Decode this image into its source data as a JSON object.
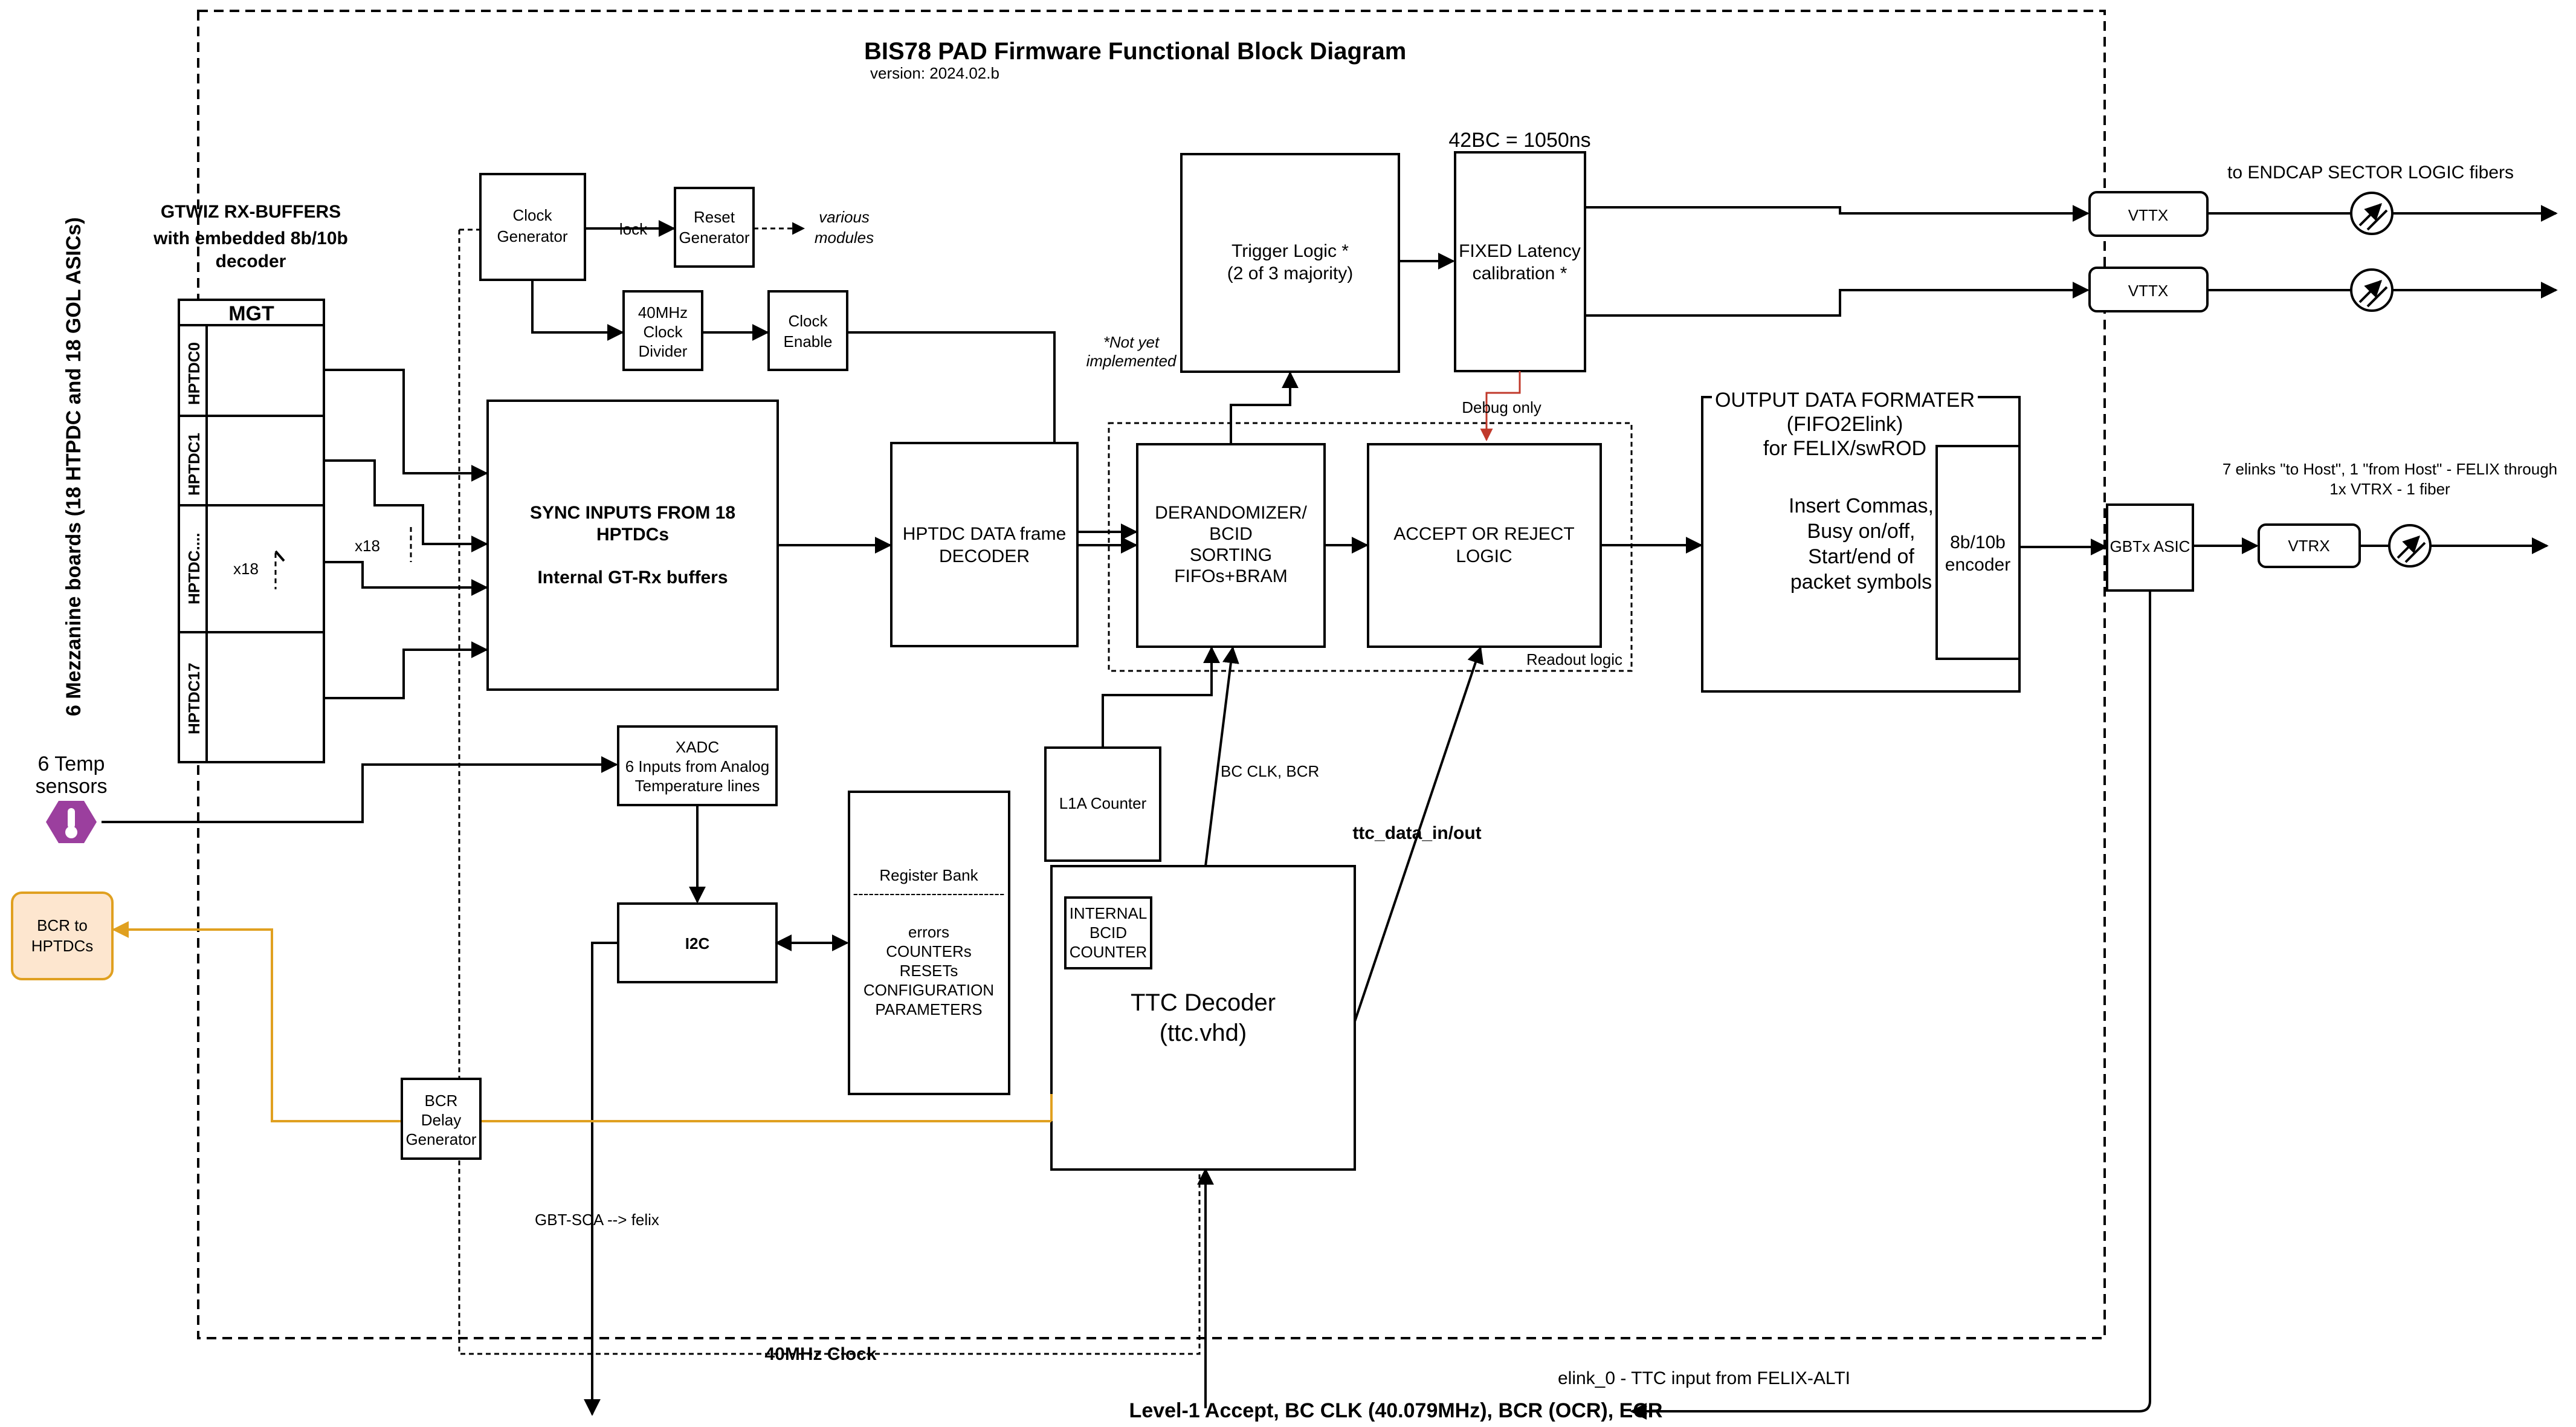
{
  "title": "BIS78 PAD Firmware Functional Block Diagram",
  "version": "version: 2024.02.b",
  "side_label": "6 Mezzanine boards (18 HTPDC and 18 GOL ASICs)",
  "gtwiz": [
    "GTWIZ RX-BUFFERS",
    "with embedded 8b/10b",
    "decoder"
  ],
  "mgt": {
    "header": "MGT",
    "rows": [
      "HPTDC0",
      "HPTDC1",
      "HPTDC....",
      "HPTDC17"
    ],
    "x18_inner": "x18",
    "x18_outer": "x18"
  },
  "temp": {
    "label_line1": "6 Temp",
    "label_line2": "sensors"
  },
  "bcr_box": [
    "BCR to",
    "HPTDCs"
  ],
  "blocks": {
    "clock_generator": [
      "Clock",
      "Generator"
    ],
    "lock": "lock",
    "reset_generator": [
      "Reset",
      "Generator"
    ],
    "various_modules": [
      "various",
      "modules"
    ],
    "clock_divider": [
      "40MHz",
      "Clock",
      "Divider"
    ],
    "clock_enable": [
      "Clock",
      "Enable"
    ],
    "sync_inputs": [
      "SYNC INPUTS FROM 18",
      "HPTDCs",
      "",
      "Internal GT-Rx buffers"
    ],
    "hptdc_decoder": [
      "HPTDC DATA frame",
      "DECODER"
    ],
    "not_yet": [
      "*Not yet",
      "implemented"
    ],
    "derandomizer": [
      "DERANDOMIZER/",
      "BCID",
      "SORTING",
      "FIFOs+BRAM"
    ],
    "accept_reject": [
      "ACCEPT OR REJECT",
      "LOGIC"
    ],
    "readout_logic": "Readout logic",
    "trigger_logic": [
      "Trigger Logic *",
      "(2 of 3 majority)"
    ],
    "latency_header": "42BC = 1050ns",
    "fixed_latency": [
      "FIXED Latency",
      "calibration *"
    ],
    "debug_only": "Debug only",
    "output_formatter": [
      "OUTPUT DATA FORMATER",
      "(FIFO2Elink)",
      "for FELIX/swROD"
    ],
    "output_formatter_body": [
      "Insert Commas,",
      "Busy on/off,",
      "Start/end of",
      "packet symbols"
    ],
    "encoder": [
      "8b/10b",
      "encoder"
    ],
    "gbtx": "GBTx ASIC",
    "vttx1": "VTTX",
    "vttx2": "VTTX",
    "vtrx": "VTRX",
    "endcap": "to ENDCAP SECTOR LOGIC fibers",
    "elinks": [
      "7 elinks \"to Host\", 1 \"from Host\" -  FELIX through",
      "1x VTRX - 1 fiber"
    ],
    "xadc": [
      "XADC",
      "6 Inputs from Analog",
      "Temperature lines"
    ],
    "i2c": "I2C",
    "register_bank": [
      "Register Bank",
      "-----------------------------",
      "",
      "errors",
      "COUNTERs",
      "RESETs",
      "CONFIGURATION",
      "PARAMETERS"
    ],
    "l1a_counter": "L1A Counter",
    "bc_clk": "BC CLK, BCR",
    "ttc_data": "ttc_data_in/out",
    "internal_bcid": [
      "INTERNAL",
      "BCID",
      "COUNTER"
    ],
    "ttc_decoder": [
      "TTC Decoder",
      "(ttc.vhd)"
    ],
    "bcr_delay": [
      "BCR",
      "Delay",
      "Generator"
    ],
    "gbt_sca": "GBT-SCA --> felix",
    "clock_40": "40MHz Clock",
    "elink0": "elink_0 - TTC input from FELIX-ALTI",
    "level1": "Level-1 Accept, BC CLK (40.079MHz), BCR (OCR), ECR"
  },
  "colors": {
    "orange_line": "#e0a020",
    "bcr_fill": "#fde6cf",
    "bcr_stroke": "#e0a020",
    "temp_icon": "#9b3f9e",
    "debug_red": "#c0392b"
  }
}
